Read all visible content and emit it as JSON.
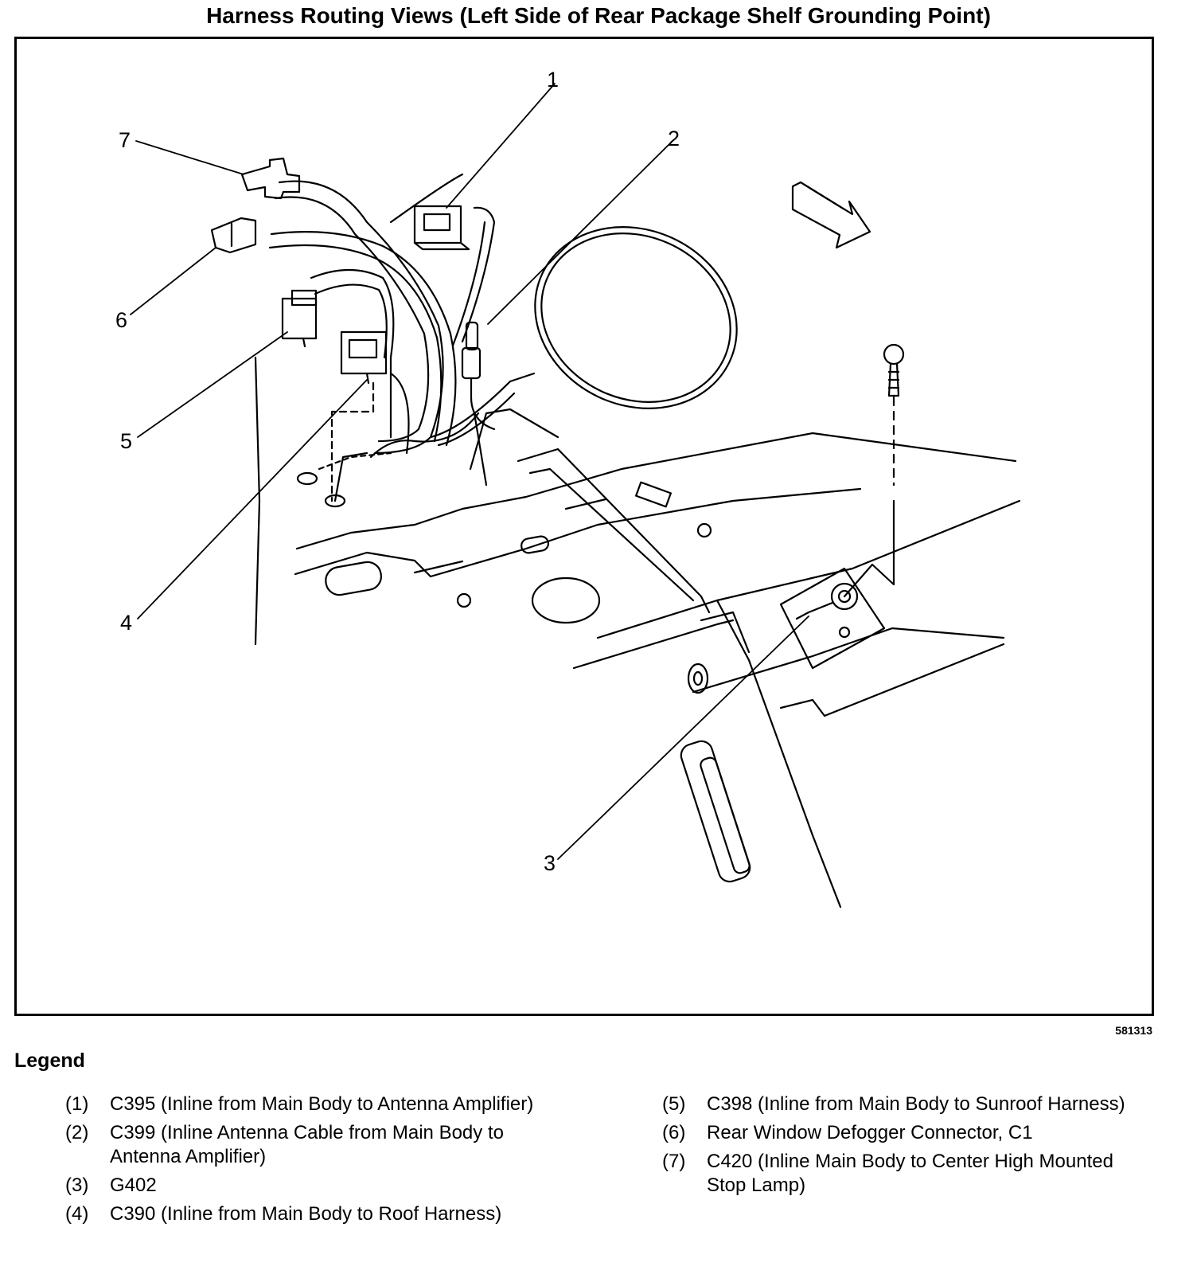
{
  "title": "Harness Routing Views (Left Side of Rear Package Shelf Grounding Point)",
  "figure_id": "581313",
  "callouts": [
    "1",
    "2",
    "3",
    "4",
    "5",
    "6",
    "7"
  ],
  "legend": {
    "heading": "Legend",
    "items": [
      {
        "num": "(1)",
        "text": "C395 (Inline from Main Body to Antenna Amplifier)"
      },
      {
        "num": "(2)",
        "text": "C399 (Inline Antenna Cable from Main Body to Antenna Amplifier)"
      },
      {
        "num": "(3)",
        "text": "G402"
      },
      {
        "num": "(4)",
        "text": "C390 (Inline from Main Body to Roof Harness)"
      },
      {
        "num": "(5)",
        "text": "C398 (Inline from Main Body to Sunroof Harness)"
      },
      {
        "num": "(6)",
        "text": "Rear Window Defogger Connector, C1"
      },
      {
        "num": "(7)",
        "text": "C420 (Inline Main Body to Center High Mounted Stop Lamp)"
      }
    ]
  }
}
